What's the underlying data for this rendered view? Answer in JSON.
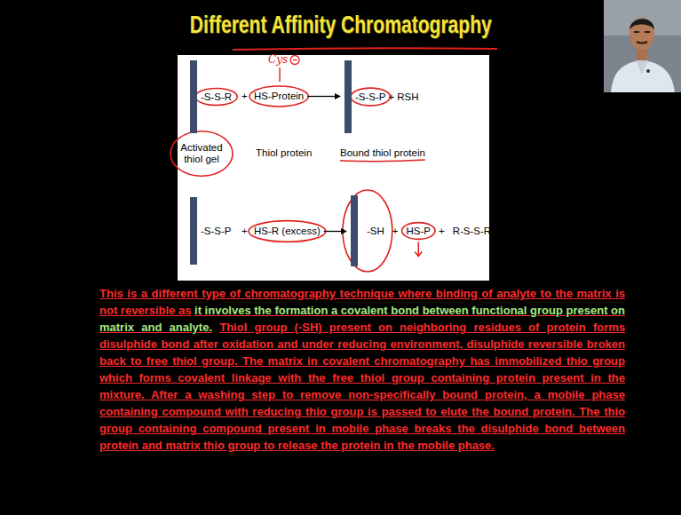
{
  "diagram": {
    "title": "Different Affinity Chromatography",
    "nodes": [
      {
        "text": [
          "-S-S-R"
        ]
      },
      {
        "text": [
          "HS-Protein"
        ]
      },
      {
        "text": [
          "-S-S-P",
          "+",
          "RSH"
        ]
      },
      {
        "text": [
          "-S-S-P"
        ]
      },
      {
        "text": [
          "HS-R (excess)"
        ]
      },
      {
        "text": [
          "-SH",
          "+",
          "HS-P",
          "+",
          "R-S-S-R"
        ]
      }
    ],
    "edges": [
      {
        "from": 1,
        "to": 2,
        "arrow": "to"
      },
      {
        "from": 4,
        "to": 5,
        "arrow": "to"
      }
    ],
    "labels": [
      "+",
      "Activated thiol gel",
      "Thiol protein",
      "Bound thiol protein",
      "Cys",
      "+",
      "This is a different type of chromatography technique where binding of analyte to the matrix is not reversible as",
      "it involves the formation a covalent bond between functional group present on matrix and analyte.",
      "Thiol group (-SH) present on neighboring residues of protein forms disulphide bond after oxidation and under reducing environment, disulphide reversible broken back to free thiol group. The matrix in covalent chromatography has immobilized thio group which forms covalent linkage with the free thiol group containing protein present in the mixture. After a washing step to remove non-specifically bound protein, a mobile phase containing compound with reducing thio group is passed to elute the bound protein. The thio group containing compound present in mobile phase breaks the disulphide bond between protein and matrix thio group to release the protein in the mobile phase."
    ]
  }
}
